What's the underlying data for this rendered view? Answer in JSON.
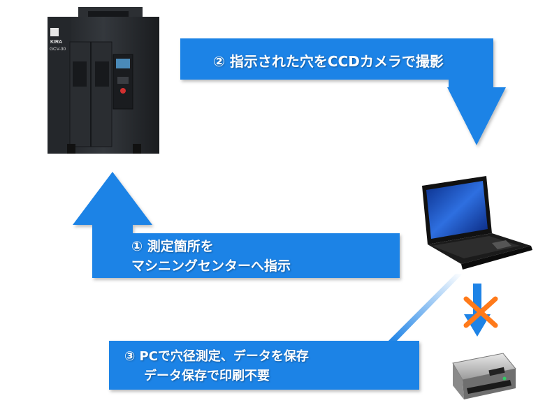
{
  "colors": {
    "flow_blue": "#1e83e6",
    "cross_orange": "#ff7a1a",
    "machine_body": "#2a2d31"
  },
  "machine": {
    "brand": "KIRA",
    "model": "GCV-30"
  },
  "steps": {
    "step2": "② 指示された穴をCCDカメラで撮影",
    "step1_line1": "① 測定箇所を",
    "step1_line2": "マシニングセンターへ指示",
    "step3_line1": "③ PCで穴径測定、データを保存",
    "step3_line2": "データ保存で印刷不要"
  }
}
